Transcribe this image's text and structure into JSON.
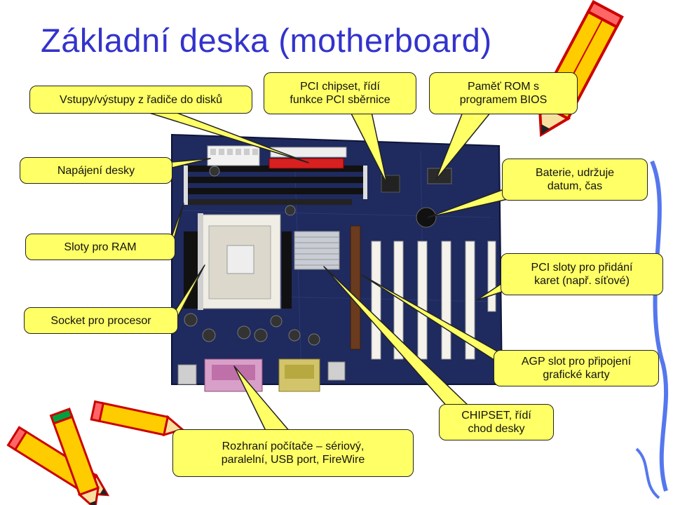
{
  "title": "Základní deska (motherboard)",
  "callouts": {
    "io_disk": "Vstupy/výstupy z řadiče do disků",
    "pci_chipset": "PCI chipset, řídí\nfunkce PCI sběrnice",
    "rom_bios": "Paměť ROM s\nprogramem BIOS",
    "power": "Napájení desky",
    "battery": "Baterie, udržuje\ndatum, čas",
    "ram_slots": "Sloty pro RAM",
    "pci_slots": "PCI sloty pro přidání\nkaret (např. síťové)",
    "cpu_socket": "Socket pro procesor",
    "agp_slot": "AGP slot pro připojení\ngrafické karty",
    "chipset": "CHIPSET, řídí\nchod desky",
    "ports": "Rozhraní počítače – sériový,\nparalelní, USB port, FireWire"
  },
  "colors": {
    "title": "#3333cc",
    "callout_fill": "#ffff66",
    "board": "#1f2a5e",
    "pencil_body": "#ffcc00",
    "pencil_outline": "#cc0000"
  }
}
